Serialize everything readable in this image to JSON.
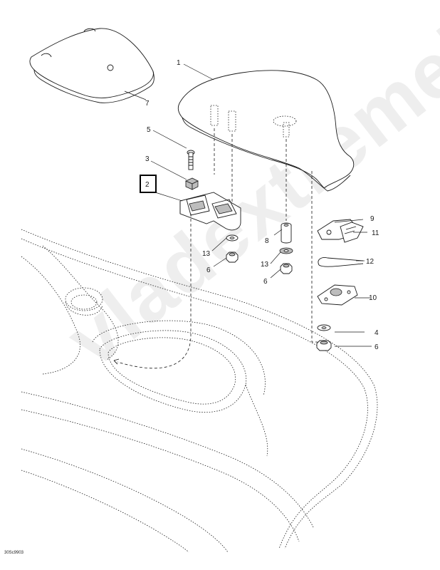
{
  "callouts": {
    "c1": "1",
    "c2": "2",
    "c3": "3",
    "c4": "4",
    "c5": "5",
    "c6a": "6",
    "c6b": "6",
    "c6c": "6",
    "c7": "7",
    "c8": "8",
    "c9": "9",
    "c10": "10",
    "c11": "11",
    "c12": "12",
    "c13a": "13",
    "c13b": "13"
  },
  "highlighted_callout": "2",
  "drawing_code": "30Sc9903",
  "watermark": "vladextremelife.ru",
  "colors": {
    "line": "#1a1a1a",
    "shade": "#b5b5b5",
    "highlight_box": "#000000"
  }
}
